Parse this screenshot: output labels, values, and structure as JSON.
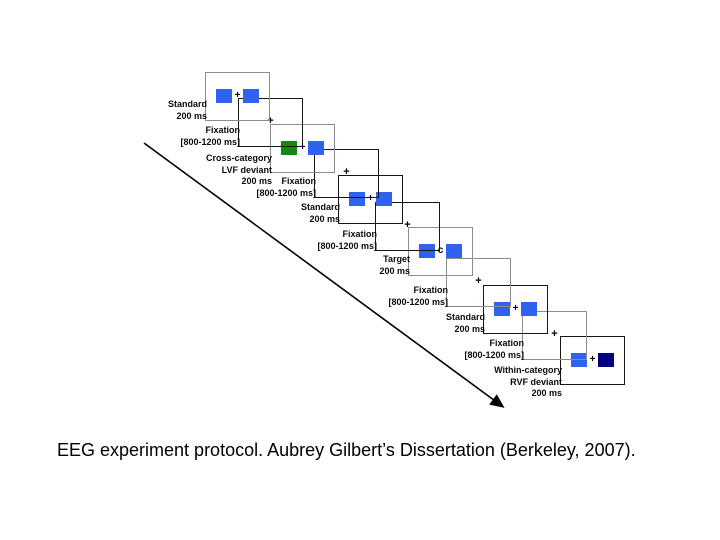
{
  "caption": "EEG experiment protocol. Aubrey Gilbert’s Dissertation (Berkeley, 2007).",
  "diagram": {
    "colors": {
      "blue": "#2f62ee",
      "green": "#0e8a10",
      "navy": "#000080"
    },
    "frames": [
      {
        "label_lines": [
          "Standard",
          "200 ms"
        ],
        "kind": "stimulus",
        "left": "blue",
        "separator": "+",
        "right": "blue"
      },
      {
        "label_lines": [
          "Fixation",
          "[800-1200 ms]"
        ],
        "kind": "fixation",
        "mark": "+"
      },
      {
        "label_lines": [
          "Cross-category",
          "LVF deviant",
          "200 ms"
        ],
        "kind": "stimulus",
        "left": "green",
        "separator": "+",
        "right": "blue"
      },
      {
        "label_lines": [
          "Fixation",
          "[800-1200 ms]"
        ],
        "kind": "fixation",
        "mark": "+"
      },
      {
        "label_lines": [
          "Standard",
          "200 ms"
        ],
        "kind": "stimulus",
        "left": "blue",
        "separator": "+",
        "right": "blue"
      },
      {
        "label_lines": [
          "Fixation",
          "[800-1200 ms]"
        ],
        "kind": "fixation",
        "mark": "+"
      },
      {
        "label_lines": [
          "Target",
          "200 ms"
        ],
        "kind": "stimulus",
        "left": "blue",
        "separator": "c",
        "right": "blue"
      },
      {
        "label_lines": [
          "Fixation",
          "[800-1200 ms]"
        ],
        "kind": "fixation",
        "mark": "+"
      },
      {
        "label_lines": [
          "Standard",
          "200 ms"
        ],
        "kind": "stimulus",
        "left": "blue",
        "separator": "+",
        "right": "blue"
      },
      {
        "label_lines": [
          "Fixation",
          "[800-1200 ms]"
        ],
        "kind": "fixation",
        "mark": "+"
      },
      {
        "label_lines": [
          "Within-category",
          "RVF deviant",
          "200 ms"
        ],
        "kind": "stimulus",
        "left": "blue",
        "separator": "+",
        "right": "navy"
      }
    ]
  }
}
